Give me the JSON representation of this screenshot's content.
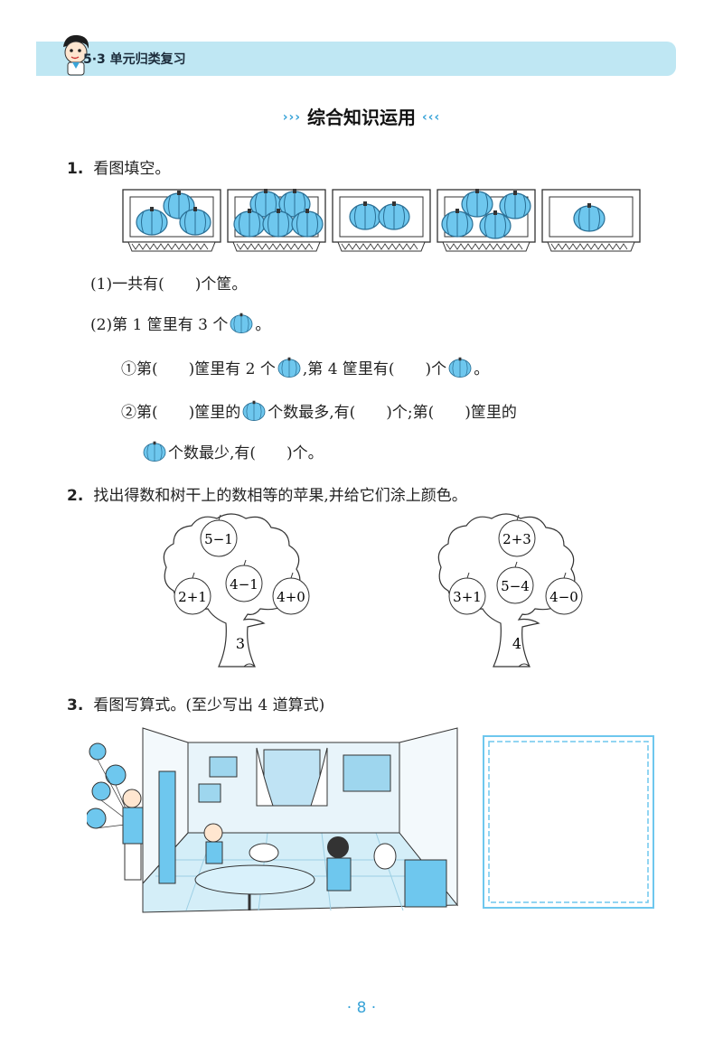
{
  "header": {
    "title": "5·3 单元归类复习"
  },
  "section_title": "综合知识运用",
  "section_arrows": {
    "left": "›››",
    "right": "‹‹‹"
  },
  "q1": {
    "num": "1.",
    "text": "看图填空。",
    "basket_counts": [
      3,
      5,
      2,
      4,
      1
    ],
    "l1": "(1)一共有(　　)个筐。",
    "l2a": "(2)第 1 筐里有 3 个",
    "l2b": "。",
    "l3a": "①第(　　)筐里有 2 个",
    "l3b": ",第 4 筐里有(　　)个",
    "l3c": "。",
    "l4a": "②第(　　)筐里的",
    "l4b": "个数最多,有(　　)个;第(　　)筐里的",
    "l5a": "个数最少,有(　　)个。"
  },
  "q2": {
    "num": "2.",
    "text": "找出得数和树干上的数相等的苹果,并给它们涂上颜色。",
    "tree1": {
      "apples": [
        "5−1",
        "4−1",
        "2+1",
        "4+0"
      ],
      "trunk": "3"
    },
    "tree2": {
      "apples": [
        "2+3",
        "5−4",
        "3+1",
        "4−0"
      ],
      "trunk": "4"
    }
  },
  "q3": {
    "num": "3.",
    "text": "看图写算式。(至少写出 4 道算式)"
  },
  "page_number": "· 8 ·",
  "colors": {
    "accent": "#3aa4d8",
    "header_band": "#bfe7f3",
    "pumpkin": "#6ec7ee"
  }
}
